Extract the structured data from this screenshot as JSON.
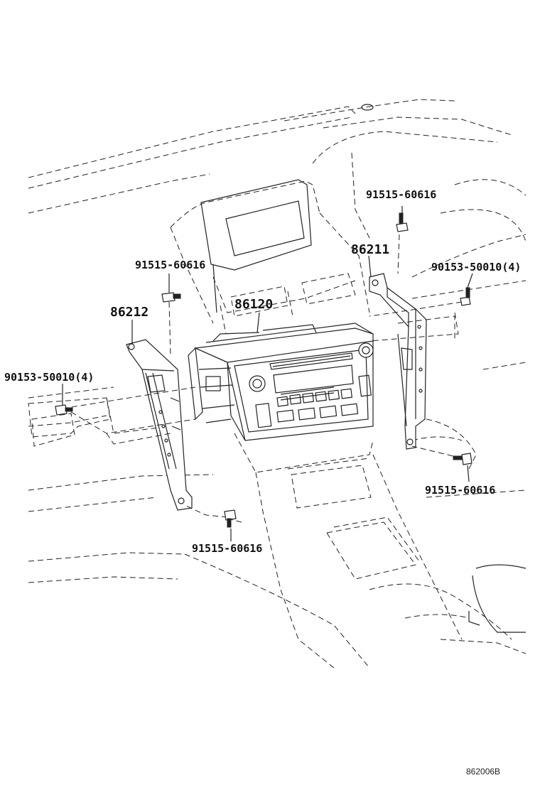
{
  "callouts": {
    "bolt_top_right": "91515-60616",
    "bracket_right": "86211",
    "screw_right": "90153-50010(4)",
    "bolt_upper_left": "91515-60616",
    "radio_unit": "86120",
    "bracket_left": "86212",
    "screw_left": "90153-50010(4)",
    "bolt_lower_right": "91515-60616",
    "bolt_bottom": "91515-60616"
  },
  "diagram_id": "862006B"
}
